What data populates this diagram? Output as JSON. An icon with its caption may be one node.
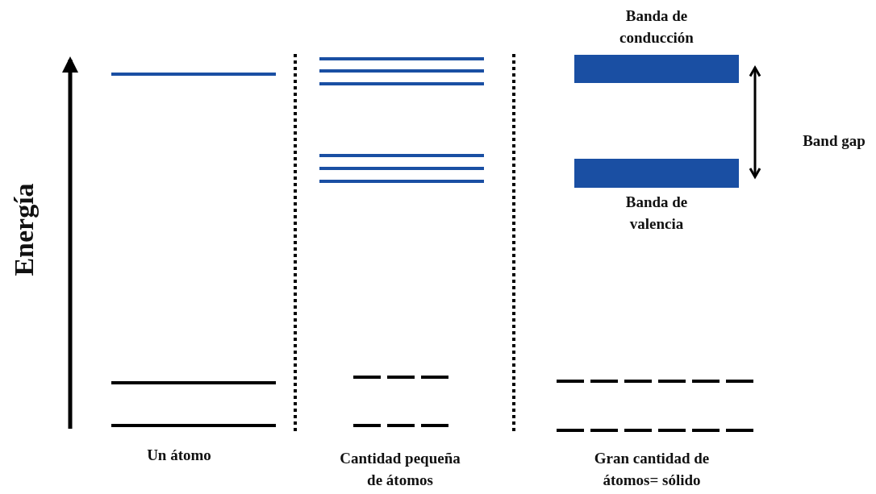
{
  "diagram": {
    "nodes": [
      {
        "text": [
          "Banda de conducción"
        ]
      },
      {
        "text": [
          "Banda de valencia"
        ]
      }
    ],
    "edges": [
      {
        "from": 0,
        "to": 1,
        "arrow": "both",
        "label": "Band gap"
      }
    ],
    "labels": [
      "Energía",
      "Un átomo",
      "Cantidad pequeña de átomos",
      "Gran cantidad de átomos= sólido"
    ]
  }
}
